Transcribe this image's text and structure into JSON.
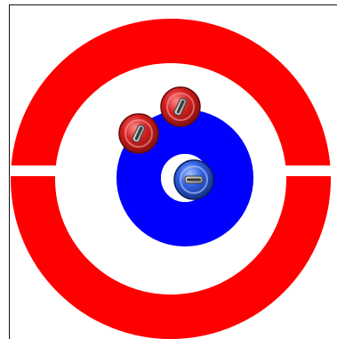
{
  "colors": {
    "background": "#ffffff",
    "frame_border": "#111111",
    "outer_ring": "#ff0000",
    "inner_ring": "#0000ff",
    "button_center": "#ffffff",
    "stone_red": "#d11f1f",
    "stone_blue": "#2f5fe0",
    "stone_handle": "#b0b0b0",
    "stone_handle_dark": "#3a3a3a"
  },
  "board": {
    "house": [
      {
        "name": "outer-ring",
        "color_key": "outer_ring"
      },
      {
        "name": "inner-ring",
        "color_key": "inner_ring"
      },
      {
        "name": "button-center",
        "color_key": "button_center"
      }
    ]
  },
  "stones": [
    {
      "team": "red",
      "handle": "diagonal"
    },
    {
      "team": "red",
      "handle": "diagonal"
    },
    {
      "team": "blue",
      "handle": "horizontal"
    }
  ]
}
